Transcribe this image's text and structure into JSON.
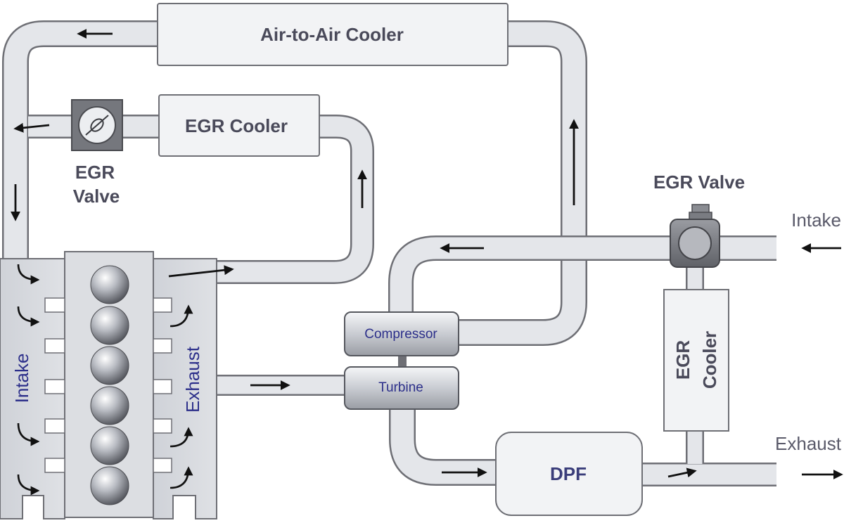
{
  "labels": {
    "air_to_air_cooler": "Air-to-Air Cooler",
    "egr_cooler_top": "EGR Cooler",
    "egr_valve_left_line1": "EGR",
    "egr_valve_left_line2": "Valve",
    "egr_valve_right": "EGR Valve",
    "intake_outside": "Intake",
    "exhaust_outside": "Exhaust",
    "compressor": "Compressor",
    "turbine": "Turbine",
    "dpf": "DPF",
    "egr_cooler_right_line1": "EGR",
    "egr_cooler_right_line2": "Cooler",
    "intake_manifold": "Intake",
    "exhaust_manifold": "Exhaust"
  },
  "colors": {
    "pipe_fill": "#e4e6ea",
    "pipe_outline": "#6e6f75",
    "box_fill": "#f2f3f5",
    "text_dark": "#4a4a5a",
    "text_blue": "#2c2f8a",
    "arrow": "#111111"
  },
  "icons": [
    "arrow-icon",
    "valve-icon",
    "cylinder-icon"
  ]
}
